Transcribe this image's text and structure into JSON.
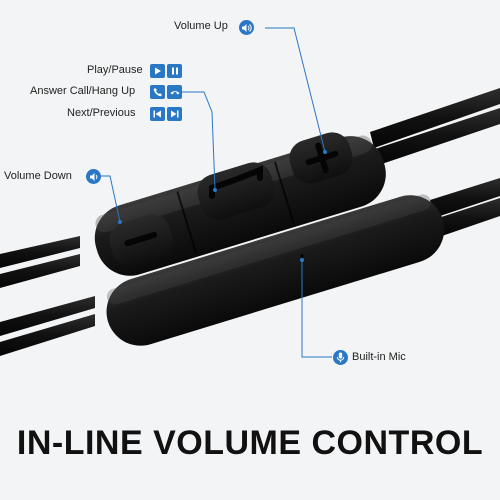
{
  "labels": {
    "volume_up": "Volume Up",
    "play_pause": "Play/Pause",
    "answer_call": "Answer Call/Hang Up",
    "next_previous": "Next/Previous",
    "volume_down": "Volume Down",
    "built_in_mic": "Built-in Mic"
  },
  "headline": "IN-LINE VOLUME CONTROL",
  "icons": {
    "volume_up": "speaker-loud-icon",
    "play": "play-icon",
    "pause": "pause-icon",
    "phone": "phone-icon",
    "hang_up": "hang-up-icon",
    "previous": "skip-previous-icon",
    "next": "skip-next-icon",
    "volume_down": "speaker-quiet-icon",
    "mic": "microphone-icon"
  },
  "colors": {
    "accent": "#2a78c5",
    "background": "#f3f4f5",
    "device": "#141414",
    "text": "#222222"
  }
}
